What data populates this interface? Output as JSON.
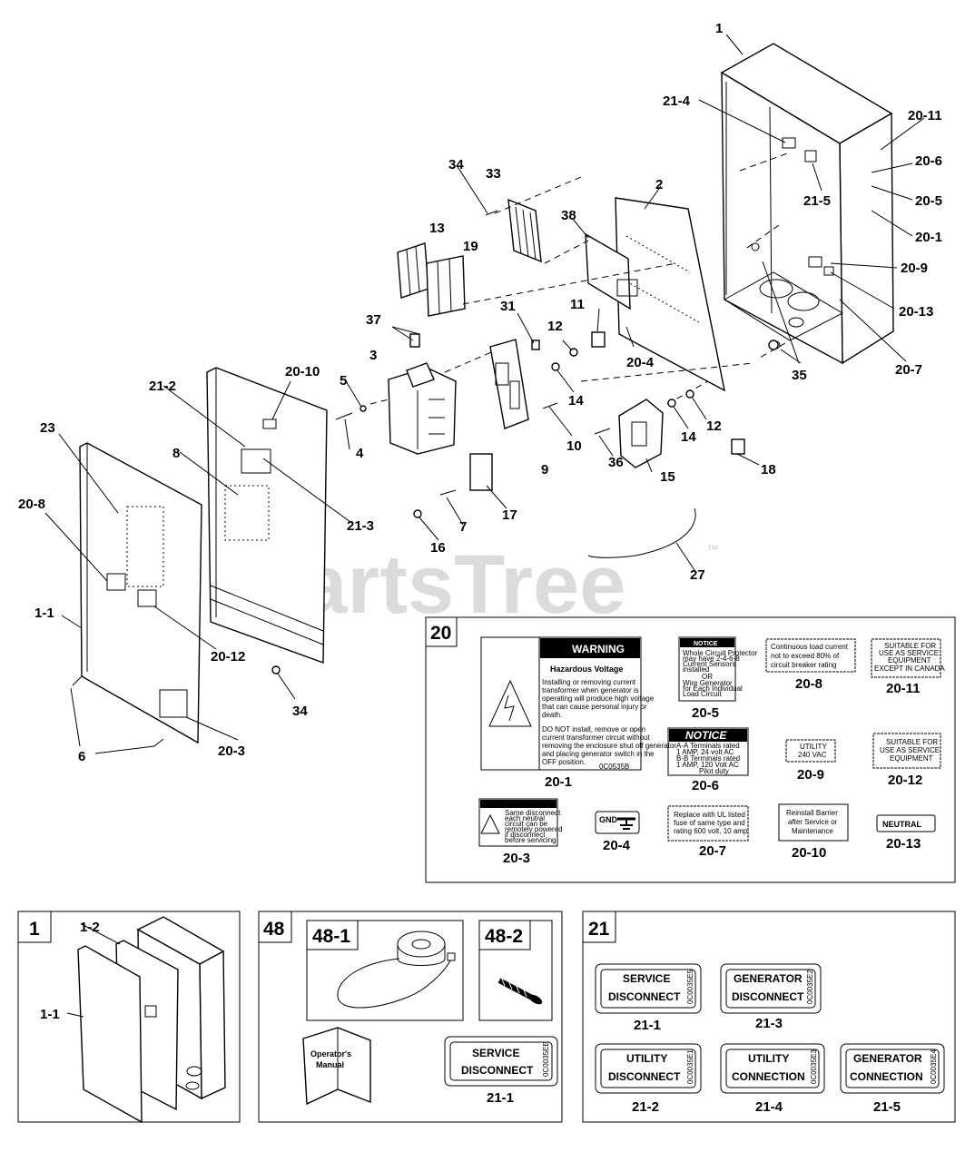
{
  "watermark": {
    "text": "PartsTree",
    "mark": "™"
  },
  "callouts": {
    "c1": "1",
    "c21_4": "21-4",
    "c20_11": "20-11",
    "c20_6": "20-6",
    "c20_5": "20-5",
    "c21_5": "21-5",
    "c20_1": "20-1",
    "c20_9": "20-9",
    "c20_13": "20-13",
    "c20_7": "20-7",
    "c2": "2",
    "c34a": "34",
    "c33": "33",
    "c38": "38",
    "c13": "13",
    "c19": "19",
    "c31": "31",
    "c11": "11",
    "c12a": "12",
    "c37": "37",
    "c20_4": "20-4",
    "c35": "35",
    "c20_10": "20-10",
    "c3": "3",
    "c5": "5",
    "c14a": "14",
    "c21_2": "21-2",
    "c4": "4",
    "c10": "10",
    "c14b": "14",
    "c12b": "12",
    "c8": "8",
    "c23": "23",
    "c9": "9",
    "c36": "36",
    "c15": "15",
    "c18": "18",
    "c20_8": "20-8",
    "c21_3": "21-3",
    "c17": "17",
    "c7": "7",
    "c16": "16",
    "c27": "27",
    "c1_1": "1-1",
    "c20_12": "20-12",
    "c34b": "34",
    "c6": "6",
    "c20_3": "20-3"
  },
  "box20": {
    "number": "20",
    "hazard_header": "WARNING",
    "hazard_title": "Hazardous Voltage",
    "hazard_lines": [
      "Installing or removing current",
      "transformer when generator is",
      "operating will produce high voltage",
      "that can cause personal injury or",
      "death.",
      "",
      "DO NOT install, remove or open",
      "current transformer circuit without",
      "removing the enclosure shut off generator",
      "and placing generator switch in the",
      "OFF position."
    ],
    "hazard_code": "0C0535B",
    "d20_1": "20-1",
    "notice_header": "NOTICE",
    "notice_lines": [
      "Whole Circuit Protector",
      "may have 2-4-6-8",
      "Current Sensors",
      "installed",
      "OR",
      "Wire Generator",
      "for Each Individual",
      "Load Circuit"
    ],
    "d20_5": "20-5",
    "load_lines": [
      "Continuous load current",
      "not to exceed 80% of",
      "circuit breaker rating"
    ],
    "d20_8": "20-8",
    "suit1_lines": [
      "SUITABLE FOR",
      "USE AS SERVICE",
      "EQUIPMENT",
      "EXCEPT IN CANADA"
    ],
    "d20_11": "20-11",
    "notice2_header": "NOTICE",
    "notice2_lines": [
      "A-A Terminals rated",
      "1 AMP, 24 volt AC",
      "B-B Terminals rated",
      "1 AMP, 120 Volt AC",
      "Pilot duty"
    ],
    "d20_6": "20-6",
    "util_lines": [
      "UTILITY",
      "240 VAC"
    ],
    "d20_9": "20-9",
    "suit2_lines": [
      "SUITABLE FOR",
      "USE AS SERVICE",
      "EQUIPMENT"
    ],
    "d20_12": "20-12",
    "warn_lines": [
      "Same disconnect",
      "each neutral",
      "circuit can be",
      "remotely powered",
      "if disconnect",
      "before servicing"
    ],
    "d20_3": "20-3",
    "gnd": "GND",
    "d20_4": "20-4",
    "fuse_lines": [
      "Replace with UL listed",
      "fuse of same type and",
      "rating 600 volt, 10 amp"
    ],
    "d20_7": "20-7",
    "barrier_lines": [
      "Reinstall Barrier",
      "after Service or",
      "Maintenance"
    ],
    "d20_10": "20-10",
    "neutral": "NEUTRAL",
    "d20_13": "20-13"
  },
  "box1": {
    "number": "1",
    "c1_2": "1-2",
    "c1_1": "1-1"
  },
  "box48": {
    "number": "48",
    "sub1": "48-1",
    "sub2": "48-2",
    "manual_lines": [
      "Operator's",
      "Manual"
    ],
    "service_lines": [
      "SERVICE",
      "DISCONNECT"
    ],
    "service_code": "0C0035EE",
    "c21_1": "21-1"
  },
  "box21": {
    "number": "21",
    "l21_1": [
      "SERVICE",
      "DISCONNECT"
    ],
    "code21_1": "0C0035E5",
    "l21_3": [
      "GENERATOR",
      "DISCONNECT"
    ],
    "code21_3": "0C0035E2",
    "l21_2": [
      "UTILITY",
      "DISCONNECT"
    ],
    "code21_2": "0C0035E1",
    "l21_4": [
      "UTILITY",
      "CONNECTION"
    ],
    "code21_4": "0C0035E3",
    "l21_5": [
      "GENERATOR",
      "CONNECTION"
    ],
    "code21_5": "0C0035E4",
    "c21_1": "21-1",
    "c21_3": "21-3",
    "c21_2": "21-2",
    "c21_4": "21-4",
    "c21_5": "21-5"
  }
}
